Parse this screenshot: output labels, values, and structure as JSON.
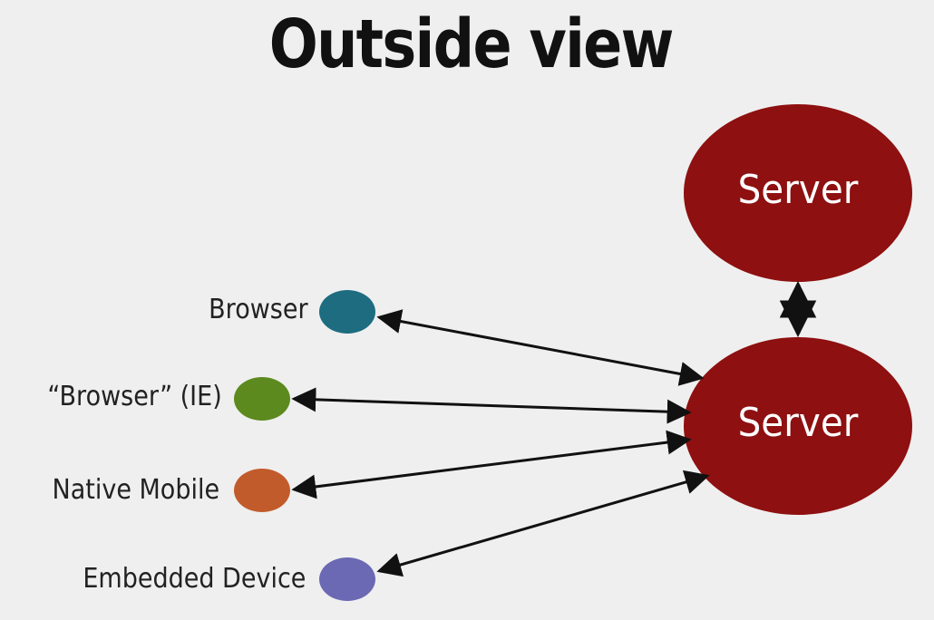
{
  "title": "Outside view",
  "servers": [
    {
      "label": "Server",
      "color": "#8e1010"
    },
    {
      "label": "Server",
      "color": "#8e1010"
    }
  ],
  "clients": [
    {
      "label": "Browser",
      "color": "#1d6c80"
    },
    {
      "label": "“Browser” (IE)",
      "color": "#5c8a1e"
    },
    {
      "label": "Native Mobile",
      "color": "#c25b2b"
    },
    {
      "label": "Embedded Device",
      "color": "#6b69b3"
    }
  ]
}
